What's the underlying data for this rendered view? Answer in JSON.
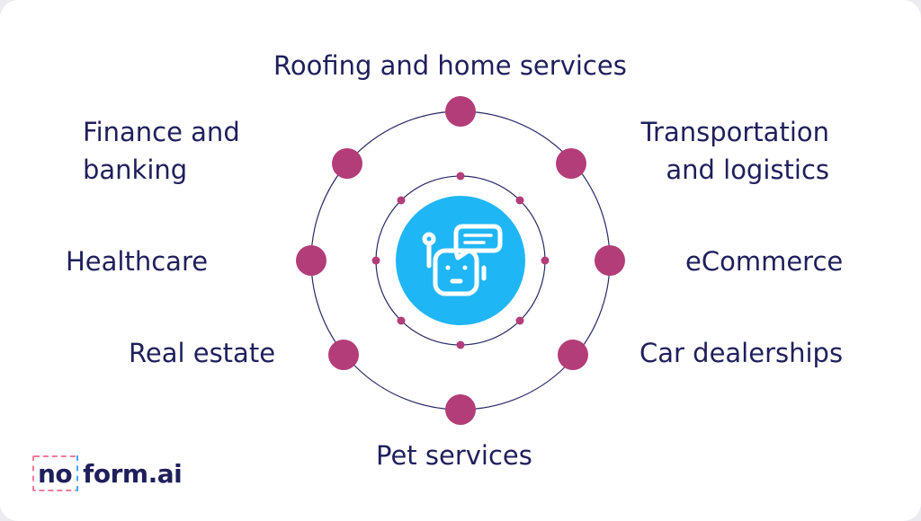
{
  "diagram": {
    "center_icon": "chatbot-robot-icon",
    "colors": {
      "text": "#1f1f5c",
      "node": "#b33d78",
      "center": "#1fb6f5",
      "ring": "#2a2a66"
    },
    "labels": {
      "roofing": "Roofing and home services",
      "finance_1": "Finance and",
      "finance_2": "banking",
      "transport_1": "Transportation",
      "transport_2": "and logistics",
      "healthcare": "Healthcare",
      "ecommerce": "eCommerce",
      "real_estate": "Real estate",
      "car": "Car dealerships",
      "pet": "Pet services"
    }
  },
  "logo": {
    "part1": "no",
    "part2": "form.ai"
  }
}
